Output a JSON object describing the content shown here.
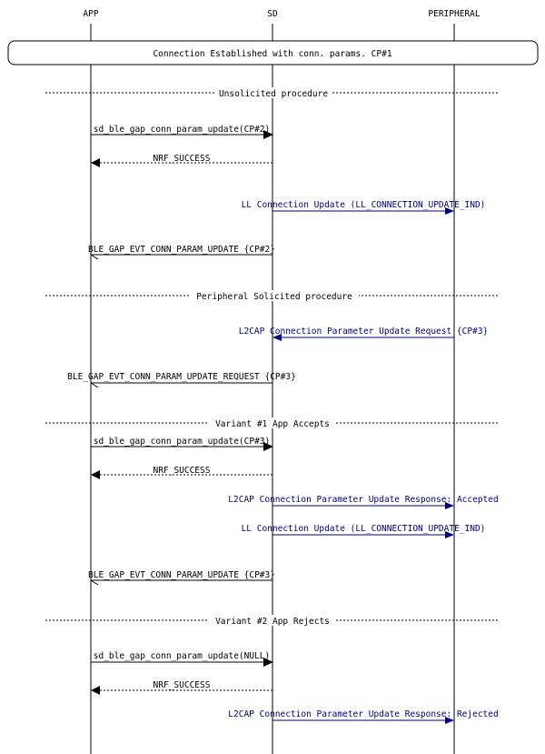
{
  "lifelines": [
    "APP",
    "SD",
    "PERIPHERAL"
  ],
  "colors": {
    "black": "#000000",
    "navy": "#000080",
    "white": "#ffffff"
  },
  "box": {
    "label": "Connection Established with conn. params. CP#1"
  },
  "dividers": [
    {
      "label": "Unsolicited procedure"
    },
    {
      "label": "Peripheral Solicited procedure"
    },
    {
      "label": "Variant #1 App Accepts"
    },
    {
      "label": "Variant #2 App Rejects"
    }
  ],
  "messages": [
    {
      "label": "sd_ble_gap_conn_param_update(CP#2)",
      "from": "APP",
      "to": "SD",
      "kind": "call"
    },
    {
      "label": "NRF_SUCCESS",
      "from": "SD",
      "to": "APP",
      "kind": "return"
    },
    {
      "label": "LL Connection Update (LL_CONNECTION_UPDATE_IND)",
      "from": "SD",
      "to": "PERIPHERAL",
      "kind": "air"
    },
    {
      "label": "BLE_GAP_EVT_CONN_PARAM_UPDATE {CP#2}",
      "from": "SD",
      "to": "APP",
      "kind": "event"
    },
    {
      "label": "L2CAP Connection Parameter Update Request {CP#3}",
      "from": "PERIPHERAL",
      "to": "SD",
      "kind": "air"
    },
    {
      "label": "BLE_GAP_EVT_CONN_PARAM_UPDATE_REQUEST {CP#3}",
      "from": "SD",
      "to": "APP",
      "kind": "event"
    },
    {
      "label": "sd_ble_gap_conn_param_update(CP#3)",
      "from": "APP",
      "to": "SD",
      "kind": "call"
    },
    {
      "label": "NRF_SUCCESS",
      "from": "SD",
      "to": "APP",
      "kind": "return"
    },
    {
      "label": "L2CAP Connection Parameter Update Response: Accepted",
      "from": "SD",
      "to": "PERIPHERAL",
      "kind": "air"
    },
    {
      "label": "LL Connection Update (LL_CONNECTION_UPDATE_IND)",
      "from": "SD",
      "to": "PERIPHERAL",
      "kind": "air"
    },
    {
      "label": "BLE_GAP_EVT_CONN_PARAM_UPDATE {CP#3}",
      "from": "SD",
      "to": "APP",
      "kind": "event"
    },
    {
      "label": "sd_ble_gap_conn_param_update(NULL)",
      "from": "APP",
      "to": "SD",
      "kind": "call"
    },
    {
      "label": "NRF_SUCCESS",
      "from": "SD",
      "to": "APP",
      "kind": "return"
    },
    {
      "label": "L2CAP Connection Parameter Update Response: Rejected",
      "from": "SD",
      "to": "PERIPHERAL",
      "kind": "air"
    }
  ]
}
